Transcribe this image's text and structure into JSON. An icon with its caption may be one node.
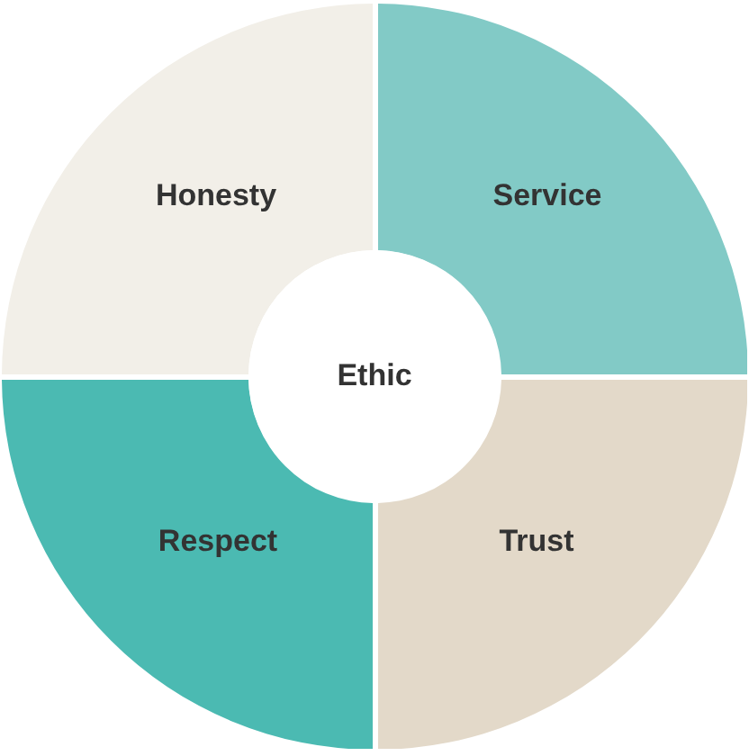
{
  "diagram": {
    "nodes": [
      {
        "text": [
          "Honesty"
        ]
      },
      {
        "text": [
          "Service"
        ]
      },
      {
        "text": [
          "Ethic"
        ]
      },
      {
        "text": [
          "Respect"
        ]
      },
      {
        "text": [
          "Trust"
        ]
      }
    ]
  }
}
